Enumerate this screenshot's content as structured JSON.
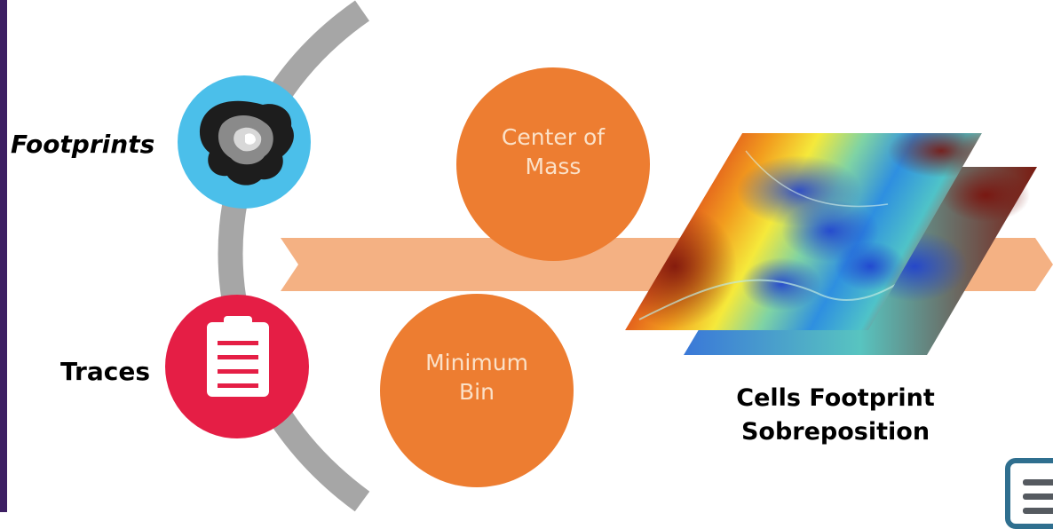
{
  "labels": {
    "footprints": "Footprints",
    "traces": "Traces",
    "cells_line1": "Cells Footprint",
    "cells_line2": "Sobreposition"
  },
  "circles": {
    "center_of_mass": {
      "line1": "Center of",
      "line2": "Mass"
    },
    "minimum_bin": {
      "line1": "Minimum",
      "line2": "Bin"
    }
  },
  "icons": {
    "footprint_blob": "footprint-blob-icon",
    "clipboard": "clipboard-list-icon",
    "corner": "menu-icon"
  },
  "colors": {
    "arc": "#a6a6a6",
    "footprints_circle": "#4bbfea",
    "traces_circle": "#e51e45",
    "orange_circle": "#ed7d31",
    "arrow": "#f4b183",
    "circle_text": "#fbe1c8",
    "left_strip": "#3d1f63"
  }
}
